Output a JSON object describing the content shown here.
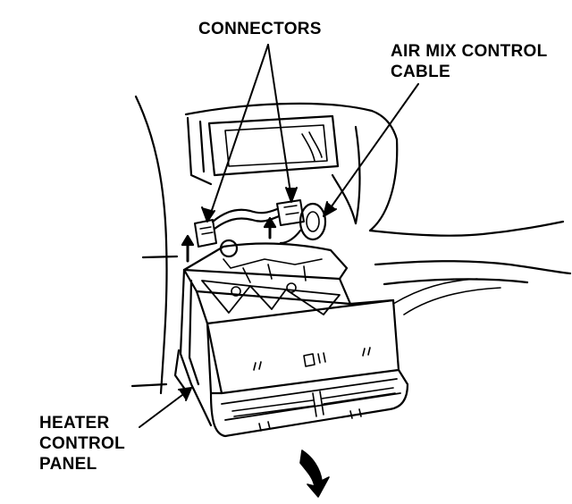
{
  "labels": {
    "connectors": "CONNECTORS",
    "air_mix": [
      "AIR MIX CONTROL",
      "CABLE"
    ],
    "heater": [
      "HEATER",
      "CONTROL",
      "PANEL"
    ]
  },
  "colors": {
    "ink": "#000000",
    "paper": "#ffffff"
  }
}
